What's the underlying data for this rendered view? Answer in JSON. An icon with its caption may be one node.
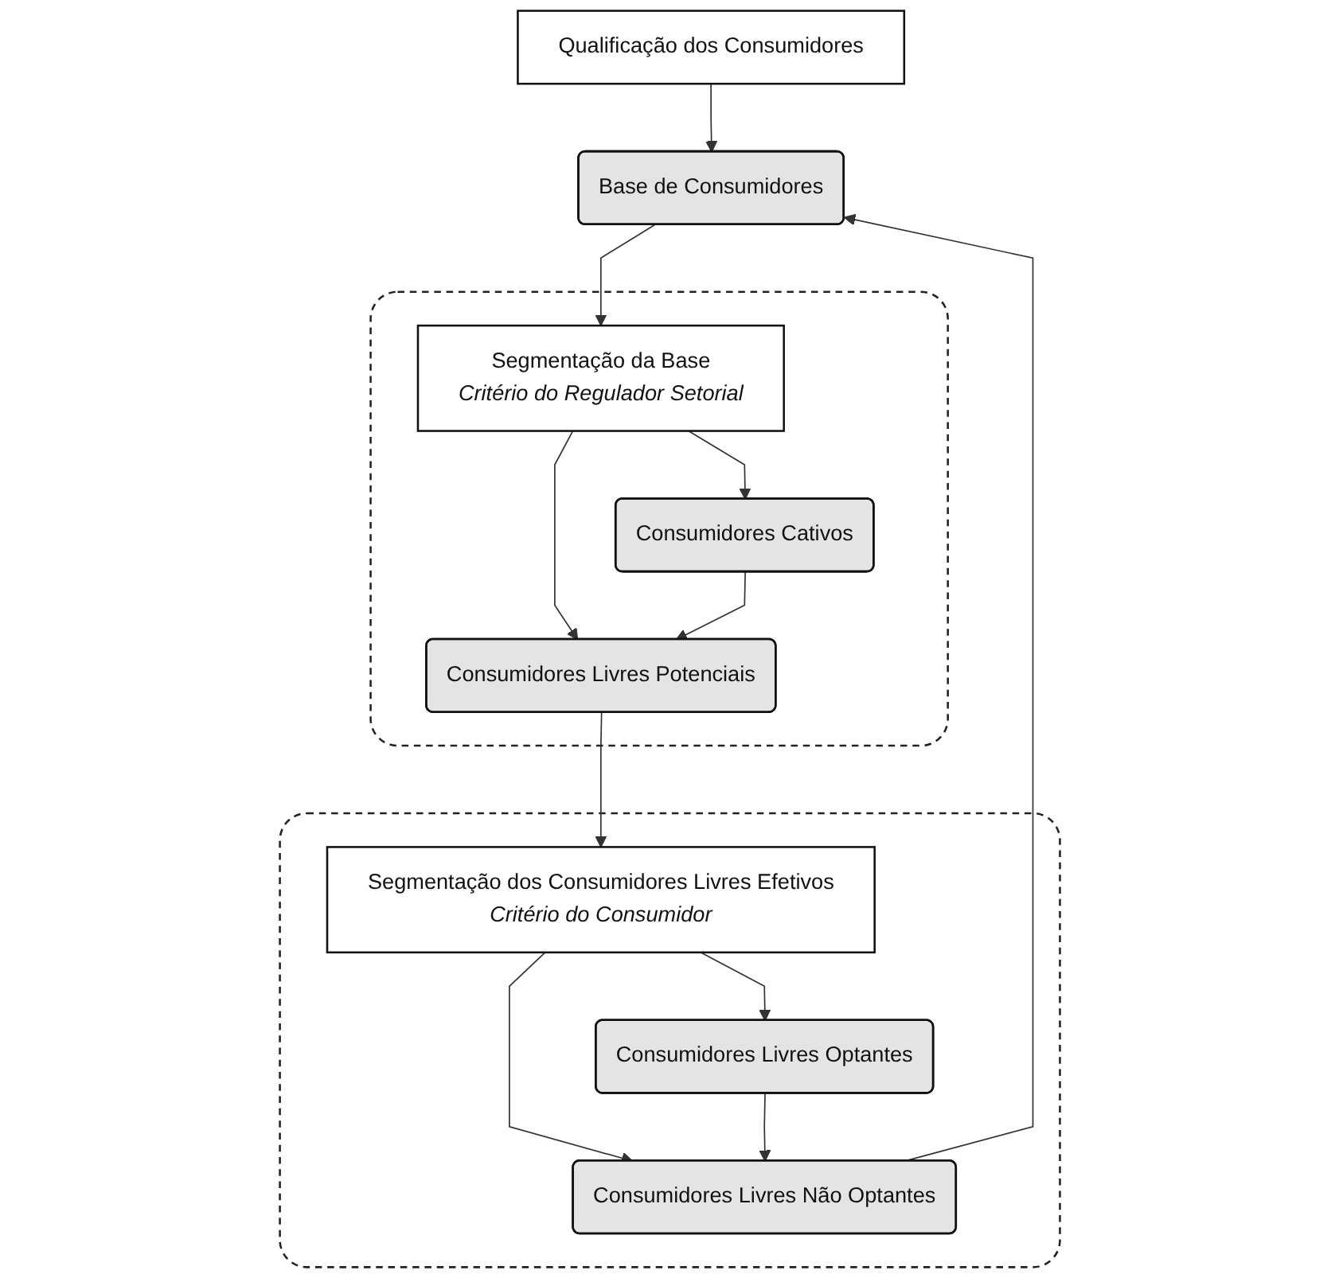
{
  "diagram": {
    "nodes": [
      {
        "text": [
          "Qualificação dos Consumidores"
        ]
      },
      {
        "text": [
          "Base de Consumidores"
        ]
      },
      {
        "text": [],
        "shape": "box"
      },
      {
        "text": [
          "Segmentação da Base",
          "Critério do Regulador  Setorial"
        ],
        "in": 2
      },
      {
        "text": [
          "Consumidores Cativos"
        ],
        "in": 2
      },
      {
        "text": [
          "Consumidores Livres Potenciais"
        ],
        "in": 2
      },
      {
        "text": [],
        "shape": "box"
      },
      {
        "text": [
          "Segmentação dos Consumidores Livres Efetivos",
          "Critério do Consumidor"
        ],
        "in": 6
      },
      {
        "text": [
          "Consumidores Livres Optantes"
        ],
        "in": 6
      },
      {
        "text": [
          "Consumidores Livres Não Optantes"
        ],
        "in": 6
      }
    ],
    "edges": [
      {
        "from": 0,
        "to": 1,
        "arrow": "to"
      },
      {
        "from": 1,
        "to": 3,
        "arrow": "to"
      },
      {
        "from": 3,
        "to": 4,
        "arrow": "to"
      },
      {
        "from": 3,
        "to": 5,
        "arrow": "to"
      },
      {
        "from": 4,
        "to": 5,
        "arrow": "to"
      },
      {
        "from": 5,
        "to": 7,
        "arrow": "to"
      },
      {
        "from": 7,
        "to": 8,
        "arrow": "to"
      },
      {
        "from": 7,
        "to": 9,
        "arrow": "to"
      },
      {
        "from": 8,
        "to": 9,
        "arrow": "to"
      },
      {
        "from": 9,
        "to": 1,
        "arrow": "to"
      }
    ]
  }
}
